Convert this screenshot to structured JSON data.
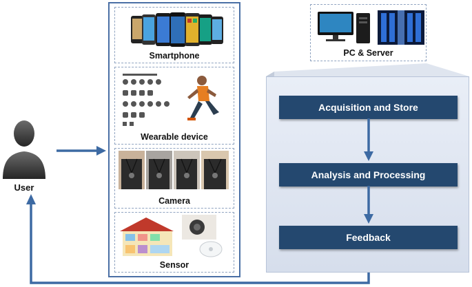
{
  "user": {
    "label": "User"
  },
  "devices": [
    {
      "id": "smartphone",
      "label": "Smartphone"
    },
    {
      "id": "wearable",
      "label": "Wearable device"
    },
    {
      "id": "camera",
      "label": "Camera"
    },
    {
      "id": "sensor",
      "label": "Sensor"
    }
  ],
  "server": {
    "label": "PC & Server"
  },
  "process": [
    {
      "label": "Acquisition and Store"
    },
    {
      "label": "Analysis and Processing"
    },
    {
      "label": "Feedback"
    }
  ],
  "colors": {
    "arrow": "#3d6aa3",
    "process_box": "#24486f",
    "panel_border": "#4a6fa5"
  }
}
